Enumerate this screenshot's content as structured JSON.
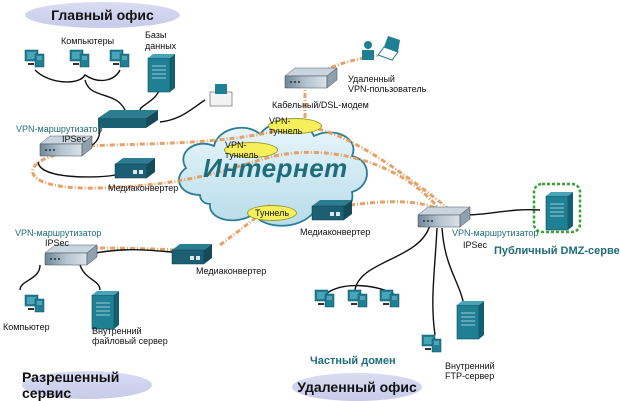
{
  "zones": {
    "main_office": "Главный офис",
    "allowed_service": "Разрешенный сервис",
    "remote_office": "Удаленный офис"
  },
  "internet": "Интернет",
  "tunnels": {
    "vpn_tunnel_top": "VPN-туннель",
    "vpn_tunnel_mid": "VPN-туннель",
    "tunnel_bottom": "Туннель"
  },
  "main_office": {
    "computers_label": "Компьютеры",
    "databases_label_1": "Базы",
    "databases_label_2": "данных",
    "router_label_1": "VPN-маршрутизатор",
    "router_label_2": "IPSec",
    "media_converter_label": "Медиаконвертер"
  },
  "remote_user": {
    "label_1": "Удаленный",
    "label_2": "VPN-пользователь",
    "modem_label": "Кабельный/DSL-модем"
  },
  "allowed_service": {
    "router_label_1": "VPN-маршрутизатор",
    "router_label_2": "IPSec",
    "media_converter_label": "Медиаконвертер",
    "computer_label": "Компьютер",
    "file_server_label_1": "Внутренний",
    "file_server_label_2": "файловый сервер"
  },
  "remote_office": {
    "media_converter_label": "Медиаконвертер",
    "router_label_1": "VPN-маршрутизатор",
    "router_label_2": "IPSec",
    "dmz_label": "Публичный DMZ-сервер",
    "private_domain_label": "Частный домен",
    "ftp_label_1": "Внутренний",
    "ftp_label_2": "FTP-сервер"
  },
  "colors": {
    "device_teal": "#1f7f93",
    "device_dark": "#24566a",
    "tunnel_line": "#e39a5a",
    "cloud_fill": "#cfe9f3",
    "cloud_stroke": "#2a7d95",
    "dmz_border": "#3aa33a",
    "pill_fill": "#cdd1ec",
    "tunnel_fill": "#f5ef5a"
  }
}
